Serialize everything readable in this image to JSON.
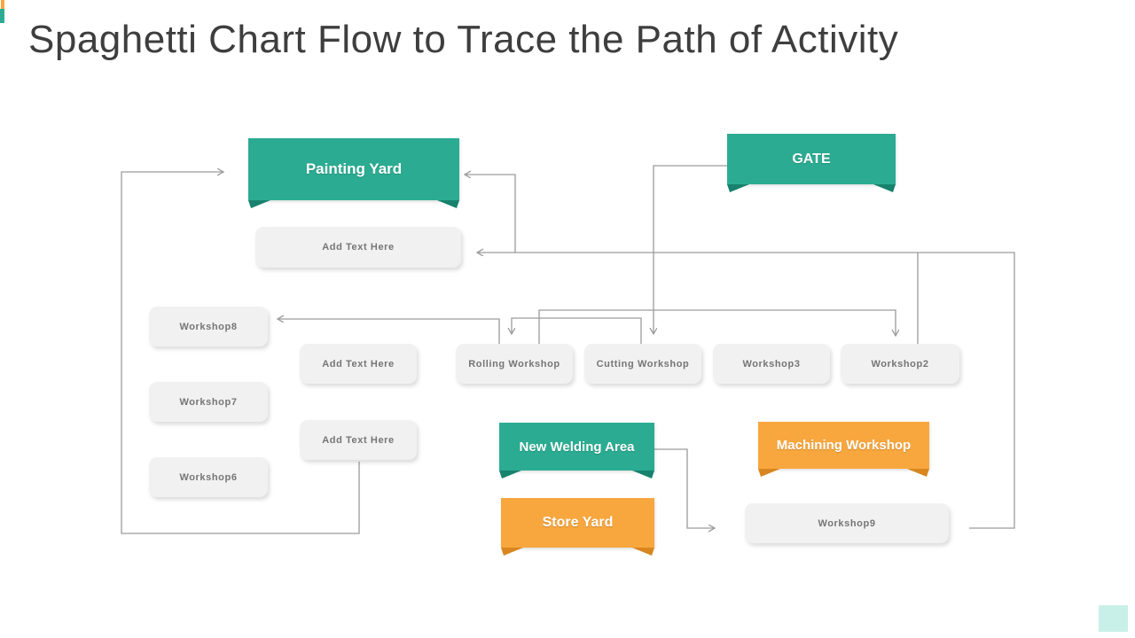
{
  "slide": {
    "title": "Spaghetti Chart Flow to Trace the Path of Activity"
  },
  "nodes": {
    "painting_yard": "Painting Yard",
    "gate": "GATE",
    "add_text_1": "Add Text Here",
    "workshop8": "Workshop8",
    "add_text_2": "Add Text Here",
    "rolling_workshop": "Rolling Workshop",
    "cutting_workshop": "Cutting Workshop",
    "workshop3": "Workshop3",
    "workshop2": "Workshop2",
    "workshop7": "Workshop7",
    "add_text_3": "Add Text Here",
    "new_welding_area": "New Welding Area",
    "machining_workshop": "Machining Workshop",
    "workshop6": "Workshop6",
    "store_yard": "Store Yard",
    "workshop9": "Workshop9"
  },
  "colors": {
    "teal": "#2BAC92",
    "teal_dark": "#17826E",
    "orange": "#F8A73E",
    "orange_dark": "#D8861F",
    "gray_box": "#F2F1F1",
    "gray_text": "#757575",
    "line": "#9C9C9C",
    "title_text": "#3E3E3E",
    "corner_square": "#C9F0E8"
  }
}
